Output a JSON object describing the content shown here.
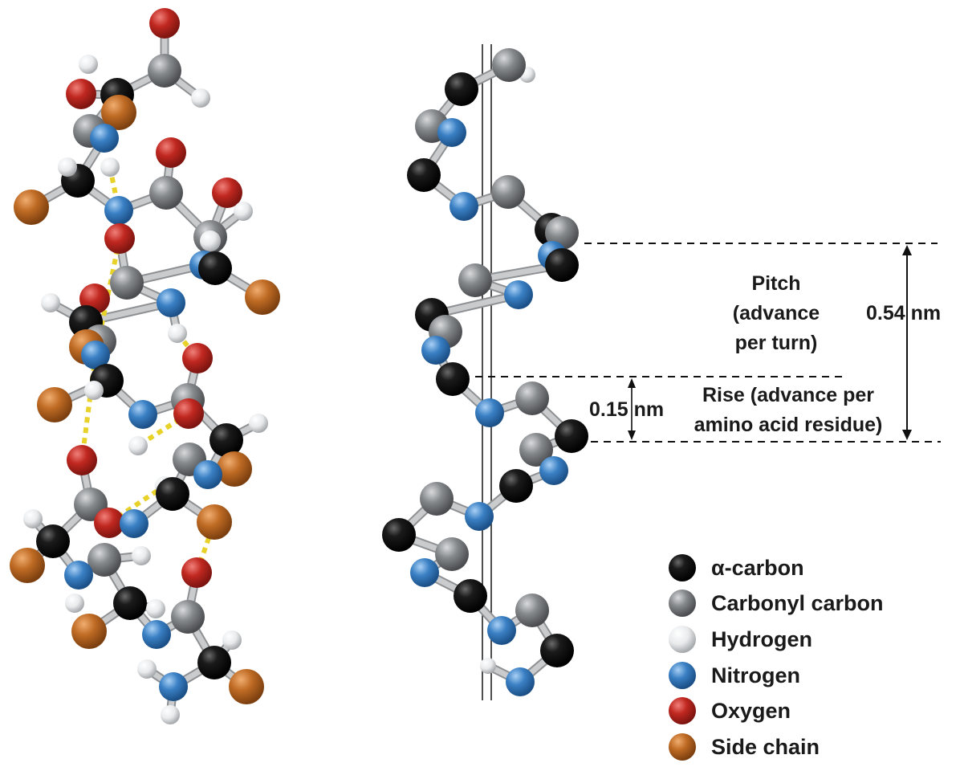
{
  "annotations": {
    "pitch_line1": "Pitch",
    "pitch_line2": "(advance",
    "pitch_line3": "per turn)",
    "pitch_value": "0.54 nm",
    "rise_line1": "Rise (advance per",
    "rise_line2": "amino acid residue)",
    "rise_value": "0.15 nm"
  },
  "legend": [
    {
      "label": "α-carbon",
      "color": "#0b0b0b"
    },
    {
      "label": "Carbonyl carbon",
      "color": "#6f7275"
    },
    {
      "label": "Hydrogen",
      "color": "#e4e6e8"
    },
    {
      "label": "Nitrogen",
      "color": "#2f74b8"
    },
    {
      "label": "Oxygen",
      "color": "#b3221c"
    },
    {
      "label": "Side chain",
      "color": "#b5621f"
    }
  ],
  "colors": {
    "alpha_carbon": "#0b0b0b",
    "carbonyl_carbon": "#6f7275",
    "hydrogen": "#e4e6e8",
    "nitrogen": "#2f74b8",
    "oxygen": "#b3221c",
    "side_chain": "#b5621f",
    "bond": "#c9cbcd",
    "hydrogen_bond": "#e8d22a"
  }
}
